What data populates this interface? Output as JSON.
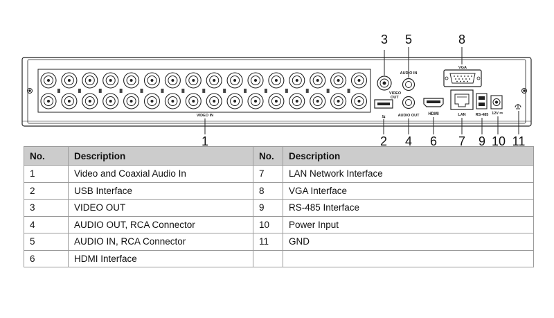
{
  "panel": {
    "labels": {
      "video_in": "VIDEO IN",
      "video_out_1": "VIDEO",
      "video_out_2": "OUT",
      "audio_in": "AUDIO IN",
      "audio_out": "AUDIO OUT",
      "vga": "VGA",
      "hdmi": "HDMI",
      "lan": "LAN",
      "rs485": "RS-485",
      "power": "12V ⎓"
    },
    "callouts": {
      "n1": "1",
      "n2": "2",
      "n3": "3",
      "n4": "4",
      "n5": "5",
      "n6": "6",
      "n7": "7",
      "n8": "8",
      "n9": "9",
      "n10": "10",
      "n11": "11"
    },
    "icons": [
      "bnc-connector",
      "rca-connector",
      "usb-port",
      "hdmi-port",
      "rj45-port",
      "vga-port",
      "rs485-terminal",
      "dc-power-jack",
      "ground-icon",
      "screw"
    ]
  },
  "table": {
    "headers": [
      "No.",
      "Description",
      "No.",
      "Description"
    ],
    "rows": [
      [
        "1",
        "Video and Coaxial Audio In",
        "7",
        "LAN Network Interface"
      ],
      [
        "2",
        "USB Interface",
        "8",
        "VGA Interface"
      ],
      [
        "3",
        "VIDEO OUT",
        "9",
        "RS-485 Interface"
      ],
      [
        "4",
        "AUDIO OUT, RCA Connector",
        "10",
        "Power Input"
      ],
      [
        "5",
        "AUDIO IN, RCA Connector",
        "11",
        "GND"
      ],
      [
        "6",
        "HDMI Interface",
        "",
        ""
      ]
    ]
  }
}
